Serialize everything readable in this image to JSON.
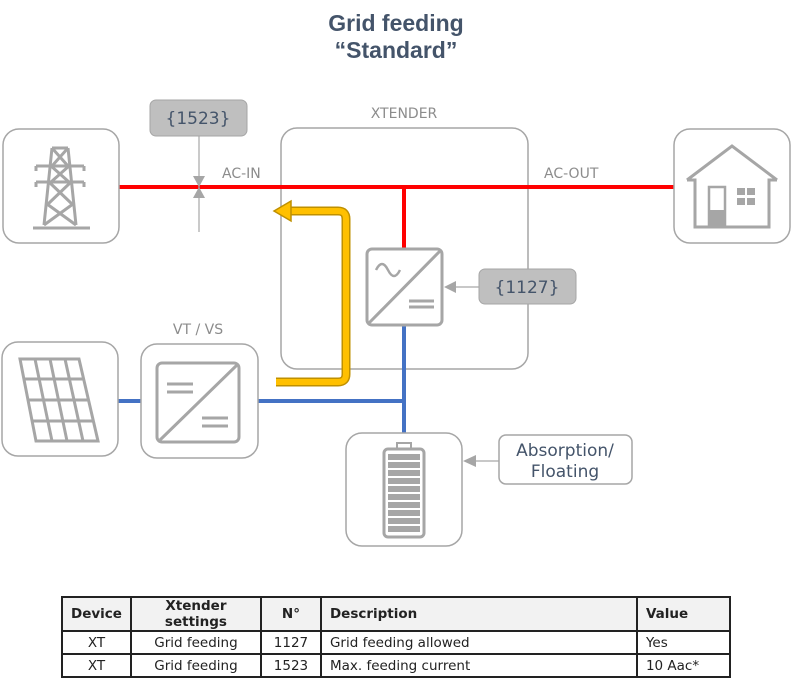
{
  "title": {
    "line1": "Grid feeding",
    "line2": "“Standard”"
  },
  "diagram": {
    "labels": {
      "xtender": "XTENDER",
      "ac_in": "AC-IN",
      "ac_out": "AC-OUT",
      "vt_vs": "VT / VS"
    },
    "params": {
      "p1523": "{1523}",
      "p1127": "{1127}",
      "charge_mode_line1": "Absorption/",
      "charge_mode_line2": "Floating"
    },
    "icons": [
      "power-pylon-icon",
      "house-icon",
      "solar-panel-icon",
      "dc-dc-converter-icon",
      "inverter-icon",
      "battery-icon"
    ],
    "colors": {
      "ac": "#ff0000",
      "dc": "#4472c4",
      "flow": "#ffc000",
      "border": "#a6a6a6",
      "param_fill": "#bfbfbf",
      "title": "#44546a"
    }
  },
  "table": {
    "headers": [
      "Device",
      "Xtender settings",
      "N°",
      "Description",
      "Value"
    ],
    "rows": [
      [
        "XT",
        "Grid feeding",
        "1127",
        "Grid feeding allowed",
        "Yes"
      ],
      [
        "XT",
        "Grid feeding",
        "1523",
        "Max. feeding current",
        "10 Aac*"
      ]
    ]
  }
}
